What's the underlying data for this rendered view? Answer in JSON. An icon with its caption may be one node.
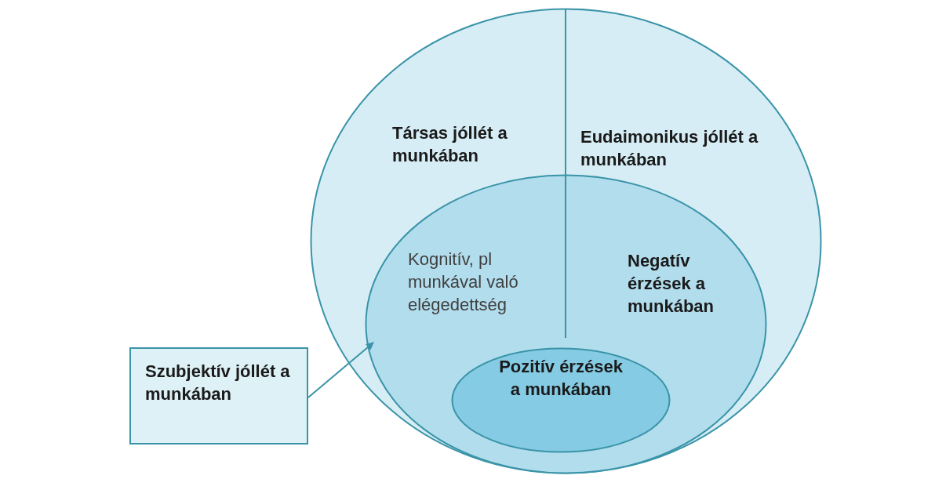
{
  "diagram": {
    "nodes": [
      {
        "text": [
          "Társas jóllét a munkában",
          "Eudaimonikus jóllét a munkában"
        ]
      },
      {
        "text": [
          "Kognitív, pl munkával való elégedettség",
          "Negatív érzések a munkában"
        ],
        "in": 0
      },
      {
        "text": [
          "Pozitív érzések a munkában"
        ],
        "in": 1
      },
      {
        "text": [
          "Szubjektív jóllét a munkában"
        ]
      }
    ],
    "edges": [
      {
        "from": 3,
        "to": 1,
        "arrow": "to"
      }
    ]
  }
}
